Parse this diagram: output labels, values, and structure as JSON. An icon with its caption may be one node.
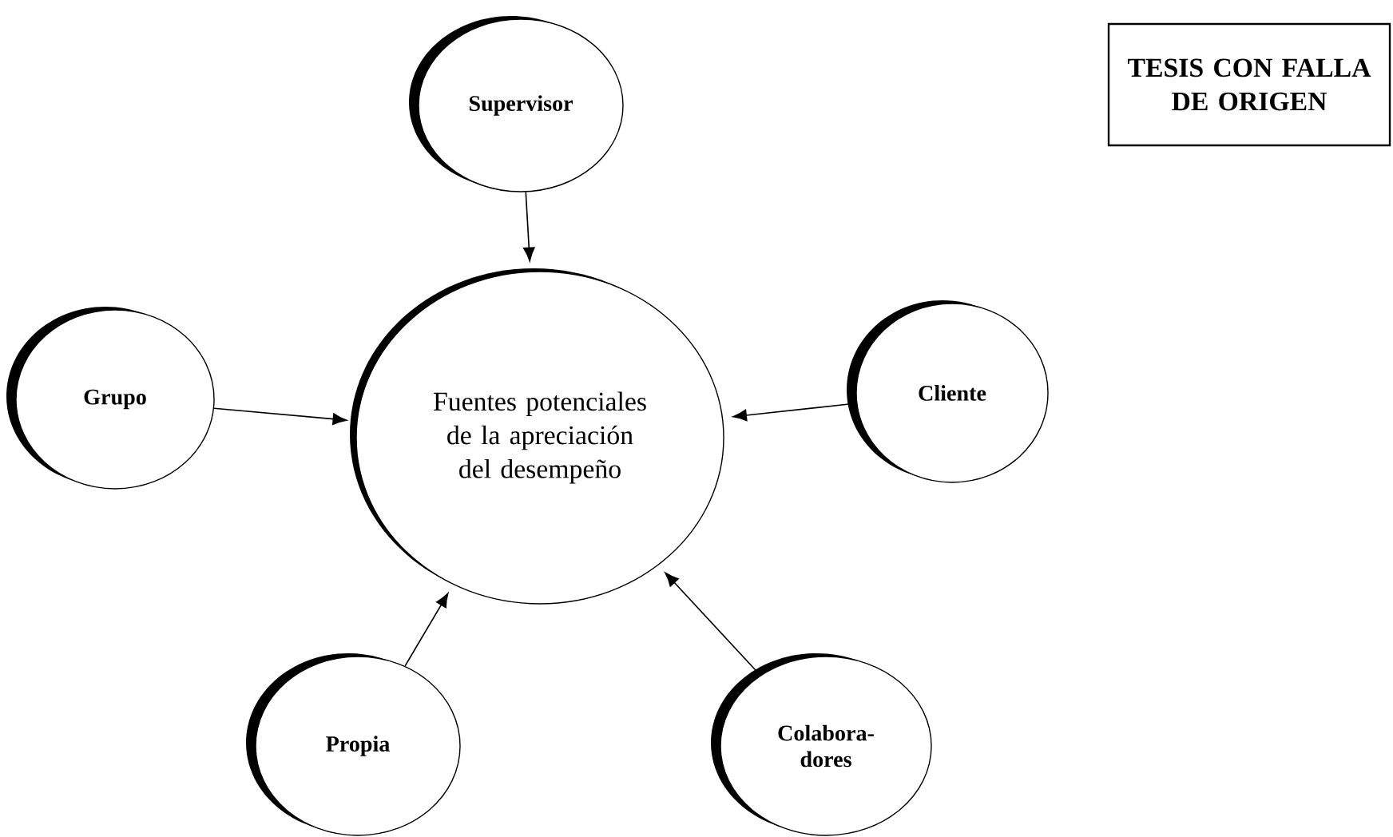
{
  "diagram": {
    "nodes": [
      {
        "text": [
          "Fuentes potenciales de la apreciación del desempeño"
        ]
      },
      {
        "text": [
          "Supervisor"
        ]
      },
      {
        "text": [
          "Grupo"
        ]
      },
      {
        "text": [
          "Cliente"
        ]
      },
      {
        "text": [
          "Propia"
        ]
      },
      {
        "text": [
          "Colabora- dores"
        ]
      },
      {
        "text": [
          "TESIS CON FALLA DE ORIGEN"
        ]
      }
    ],
    "edges": [
      {
        "from": 1,
        "to": 0,
        "arrow": "to"
      },
      {
        "from": 2,
        "to": 0,
        "arrow": "to"
      },
      {
        "from": 3,
        "to": 0,
        "arrow": "to"
      },
      {
        "from": 4,
        "to": 0,
        "arrow": "to"
      },
      {
        "from": 5,
        "to": 0,
        "arrow": "to"
      }
    ]
  }
}
